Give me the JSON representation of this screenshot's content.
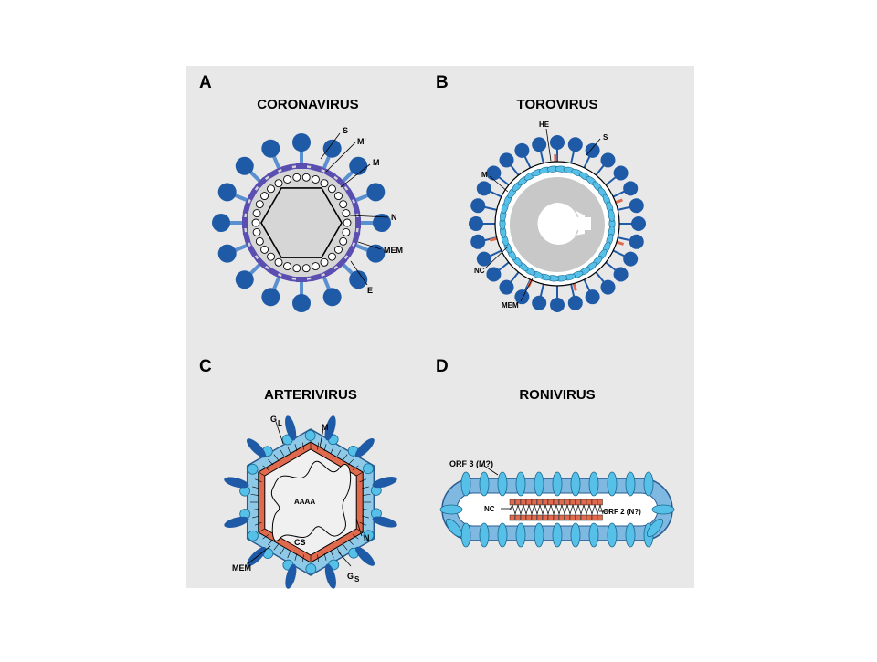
{
  "panels": [
    {
      "letter": "A",
      "title": "CORONAVIRUS",
      "labels": {
        "s": "S",
        "mprime": "M'",
        "m": "M",
        "n": "N",
        "mem": "MEM",
        "e": "E"
      }
    },
    {
      "letter": "B",
      "title": "TOROVIRUS",
      "labels": {
        "he": "HE",
        "s": "S",
        "m": "M",
        "nc": "NC",
        "mem": "MEM"
      }
    },
    {
      "letter": "C",
      "title": "ARTERIVIRUS",
      "labels": {
        "gl": "G",
        "gl_sub": "L",
        "m": "M",
        "aaaa": "AAAA",
        "cs": "CS",
        "n": "N",
        "mem": "MEM",
        "gs": "G",
        "gs_sub": "S"
      }
    },
    {
      "letter": "D",
      "title": "RONIVIRUS",
      "labels": {
        "orf3": "ORF 3 (M?)",
        "nc": "NC",
        "orf2": "ORF 2 (N?)"
      }
    }
  ],
  "colors": {
    "background": "#e8e8e8",
    "spike_dark": "#1f5aa6",
    "membrane_blue": "#5a8fd0",
    "light_blue": "#8fc9e8",
    "cyan": "#56c0e8",
    "salmon": "#e06a4e",
    "core_gray": "#d6d6d6",
    "purple": "#5a4fb0"
  }
}
